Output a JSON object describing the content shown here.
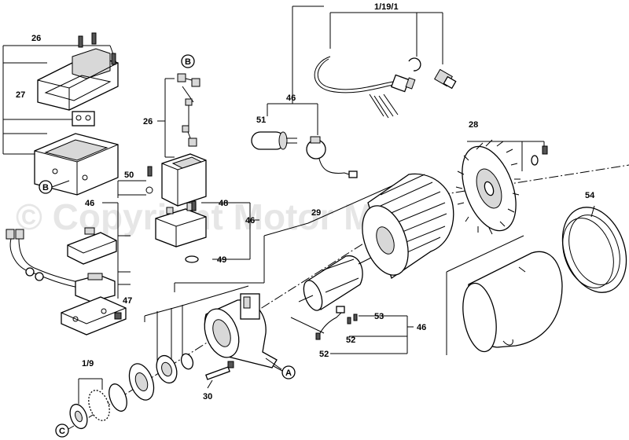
{
  "watermark": "© Copyright Motor Magic",
  "labels": {
    "l_1_19_1": "1/19/1",
    "l_26_a": "26",
    "l_27": "27",
    "l_b1": "B",
    "l_26_b": "26",
    "l_b2": "B",
    "l_46_a": "46",
    "l_51": "51",
    "l_28": "28",
    "l_50": "50",
    "l_46_b": "46",
    "l_48": "48",
    "l_46_c": "46",
    "l_29": "29",
    "l_54": "54",
    "l_49": "49",
    "l_47": "47",
    "l_53": "53",
    "l_46_d": "46",
    "l_52_a": "52",
    "l_52_b": "52",
    "l_a": "A",
    "l_1_9": "1/9",
    "l_30": "30",
    "l_c": "C"
  }
}
